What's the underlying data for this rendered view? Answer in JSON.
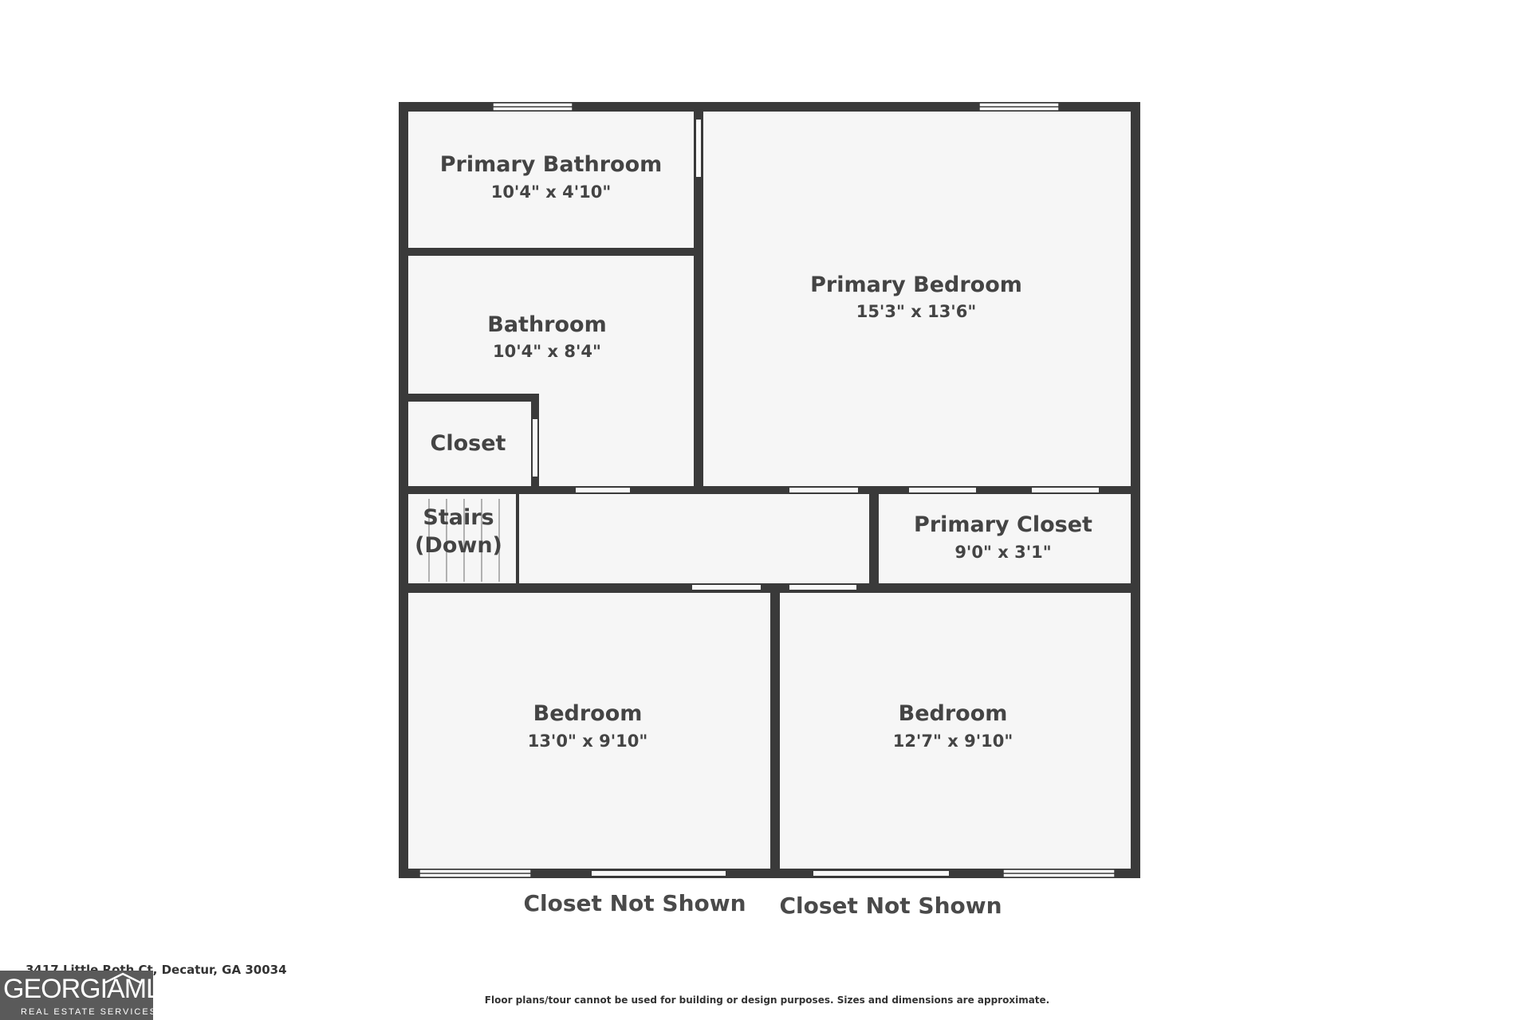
{
  "rooms": {
    "primary_bathroom": {
      "name": "Primary Bathroom",
      "dims": "10'4\" x 4'10\""
    },
    "bathroom": {
      "name": "Bathroom",
      "dims": "10'4\" x 8'4\""
    },
    "closet": {
      "name": "Closet"
    },
    "stairs": {
      "line1": "Stairs",
      "line2": "(Down)"
    },
    "primary_bedroom": {
      "name": "Primary Bedroom",
      "dims": "15'3\" x 13'6\""
    },
    "primary_closet": {
      "name": "Primary Closet",
      "dims": "9'0\" x 3'1\""
    },
    "bedroom_left": {
      "name": "Bedroom",
      "dims": "13'0\" x 9'10\""
    },
    "bedroom_right": {
      "name": "Bedroom",
      "dims": "12'7\" x 9'10\""
    }
  },
  "notes": {
    "closet_left": "Closet Not Shown",
    "closet_right": "Closet Not Shown"
  },
  "footer": {
    "address": "3417 Little Roth Ct, Decatur, GA 30034",
    "disclaimer": "Floor plans/tour cannot be used for building or design purposes. Sizes and dimensions are approximate."
  },
  "logo": {
    "brand": "GEORGIAMLS",
    "tagline": "REAL ESTATE SERVICES"
  },
  "colors": {
    "wall": "#3a3a3a",
    "floor": "#f6f6f6",
    "text": "#444444",
    "logo_bg": "#5a5a5a"
  }
}
